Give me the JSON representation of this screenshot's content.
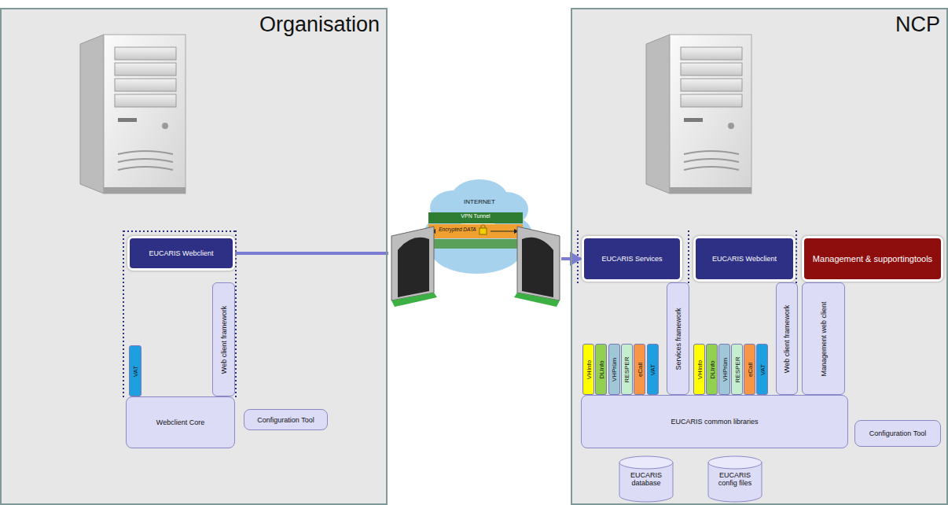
{
  "diagram": {
    "nodes": [
      {
        "text": [
          "Organisation"
        ]
      },
      {
        "text": [
          "EUCARIS Webclient"
        ],
        "in": 0
      },
      {
        "text": [
          "Web client framework"
        ],
        "in": 0
      },
      {
        "text": [
          "VAT"
        ],
        "in": 0
      },
      {
        "text": [
          "Webclient Core"
        ],
        "in": 0
      },
      {
        "text": [
          "Configuration Tool"
        ],
        "in": 0
      },
      {
        "text": [
          "NCP"
        ]
      },
      {
        "text": [
          "EUCARIS Services"
        ],
        "in": 6
      },
      {
        "text": [
          "EUCARIS Webclient"
        ],
        "in": 6
      },
      {
        "text": [
          "Management & supportingtools"
        ],
        "in": 6
      },
      {
        "text": [
          "Services framework"
        ],
        "in": 6
      },
      {
        "text": [
          "VHInfo"
        ],
        "in": 6
      },
      {
        "text": [
          "DLInfo"
        ],
        "in": 6
      },
      {
        "text": [
          "VHPrüm"
        ],
        "in": 6
      },
      {
        "text": [
          "RESPER"
        ],
        "in": 6
      },
      {
        "text": [
          "eCall"
        ],
        "in": 6
      },
      {
        "text": [
          "VAT"
        ],
        "in": 6
      },
      {
        "text": [
          "VHInfo"
        ],
        "in": 6
      },
      {
        "text": [
          "DLInfo"
        ],
        "in": 6
      },
      {
        "text": [
          "VHPrüm"
        ],
        "in": 6
      },
      {
        "text": [
          "RESPER"
        ],
        "in": 6
      },
      {
        "text": [
          "eCall"
        ],
        "in": 6
      },
      {
        "text": [
          "VAT"
        ],
        "in": 6
      },
      {
        "text": [
          "Web client framework"
        ],
        "in": 6
      },
      {
        "text": [
          "Management web client"
        ],
        "in": 6
      },
      {
        "text": [
          "EUCARIS common libraries"
        ],
        "in": 6
      },
      {
        "text": [
          "Configuration Tool"
        ],
        "in": 6
      },
      {
        "text": [
          "EUCARIS database"
        ],
        "in": 6
      },
      {
        "text": [
          "EUCARIS config files"
        ],
        "in": 6
      }
    ],
    "edges": [
      {
        "from": 1,
        "to": 7,
        "arrow": "to"
      }
    ],
    "labels": [
      "INTERNET",
      "VPN Tunnel",
      "Encrypted DATA"
    ]
  }
}
